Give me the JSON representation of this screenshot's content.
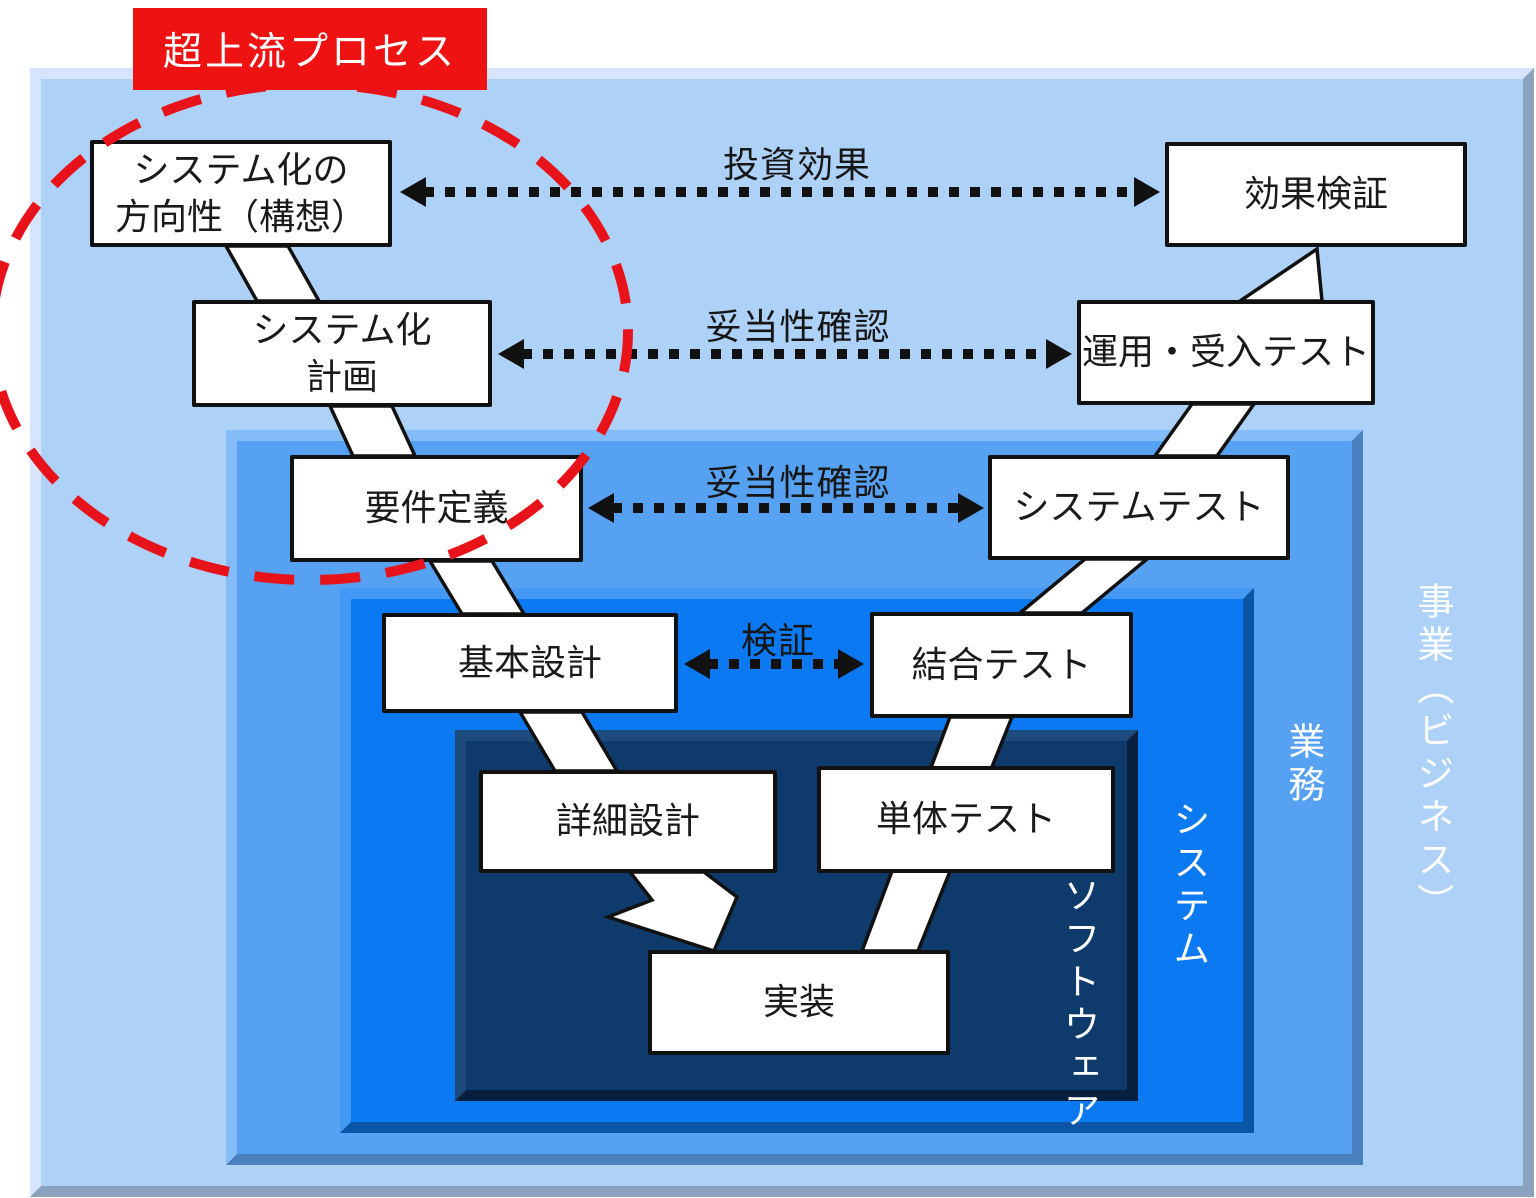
{
  "banner": {
    "label": "超上流プロセス"
  },
  "layers": {
    "business": {
      "label": "事業（ビジネス）",
      "fill": "#aed1f7"
    },
    "operations": {
      "label": "業務",
      "fill": "#57a1f2"
    },
    "system": {
      "label": "システム",
      "fill": "#0b79f1"
    },
    "software": {
      "label": "ソフトウェア",
      "fill": "#0e3a6c"
    }
  },
  "boxes": [
    {
      "id": "systemization-direction",
      "label": "システム化の\n方向性（構想）"
    },
    {
      "id": "systemization-plan",
      "label": "システム化\n計画"
    },
    {
      "id": "requirements-definition",
      "label": "要件定義"
    },
    {
      "id": "basic-design",
      "label": "基本設計"
    },
    {
      "id": "detailed-design",
      "label": "詳細設計"
    },
    {
      "id": "implementation",
      "label": "実装"
    },
    {
      "id": "unit-test",
      "label": "単体テスト"
    },
    {
      "id": "integration-test",
      "label": "結合テスト"
    },
    {
      "id": "system-test",
      "label": "システムテスト"
    },
    {
      "id": "operation-acceptance-test",
      "label": "運用・受入テスト"
    },
    {
      "id": "effect-verification",
      "label": "効果検証"
    }
  ],
  "relations": [
    {
      "label": "投資効果"
    },
    {
      "label": "妥当性確認"
    },
    {
      "label": "妥当性確認"
    },
    {
      "label": "検証"
    }
  ],
  "colors": {
    "banner_red": "#ee1212",
    "ellipse_red": "#e8131a",
    "box_border": "#111111",
    "dotted_arrow": "#111111",
    "connector_fill": "#ffffff"
  }
}
